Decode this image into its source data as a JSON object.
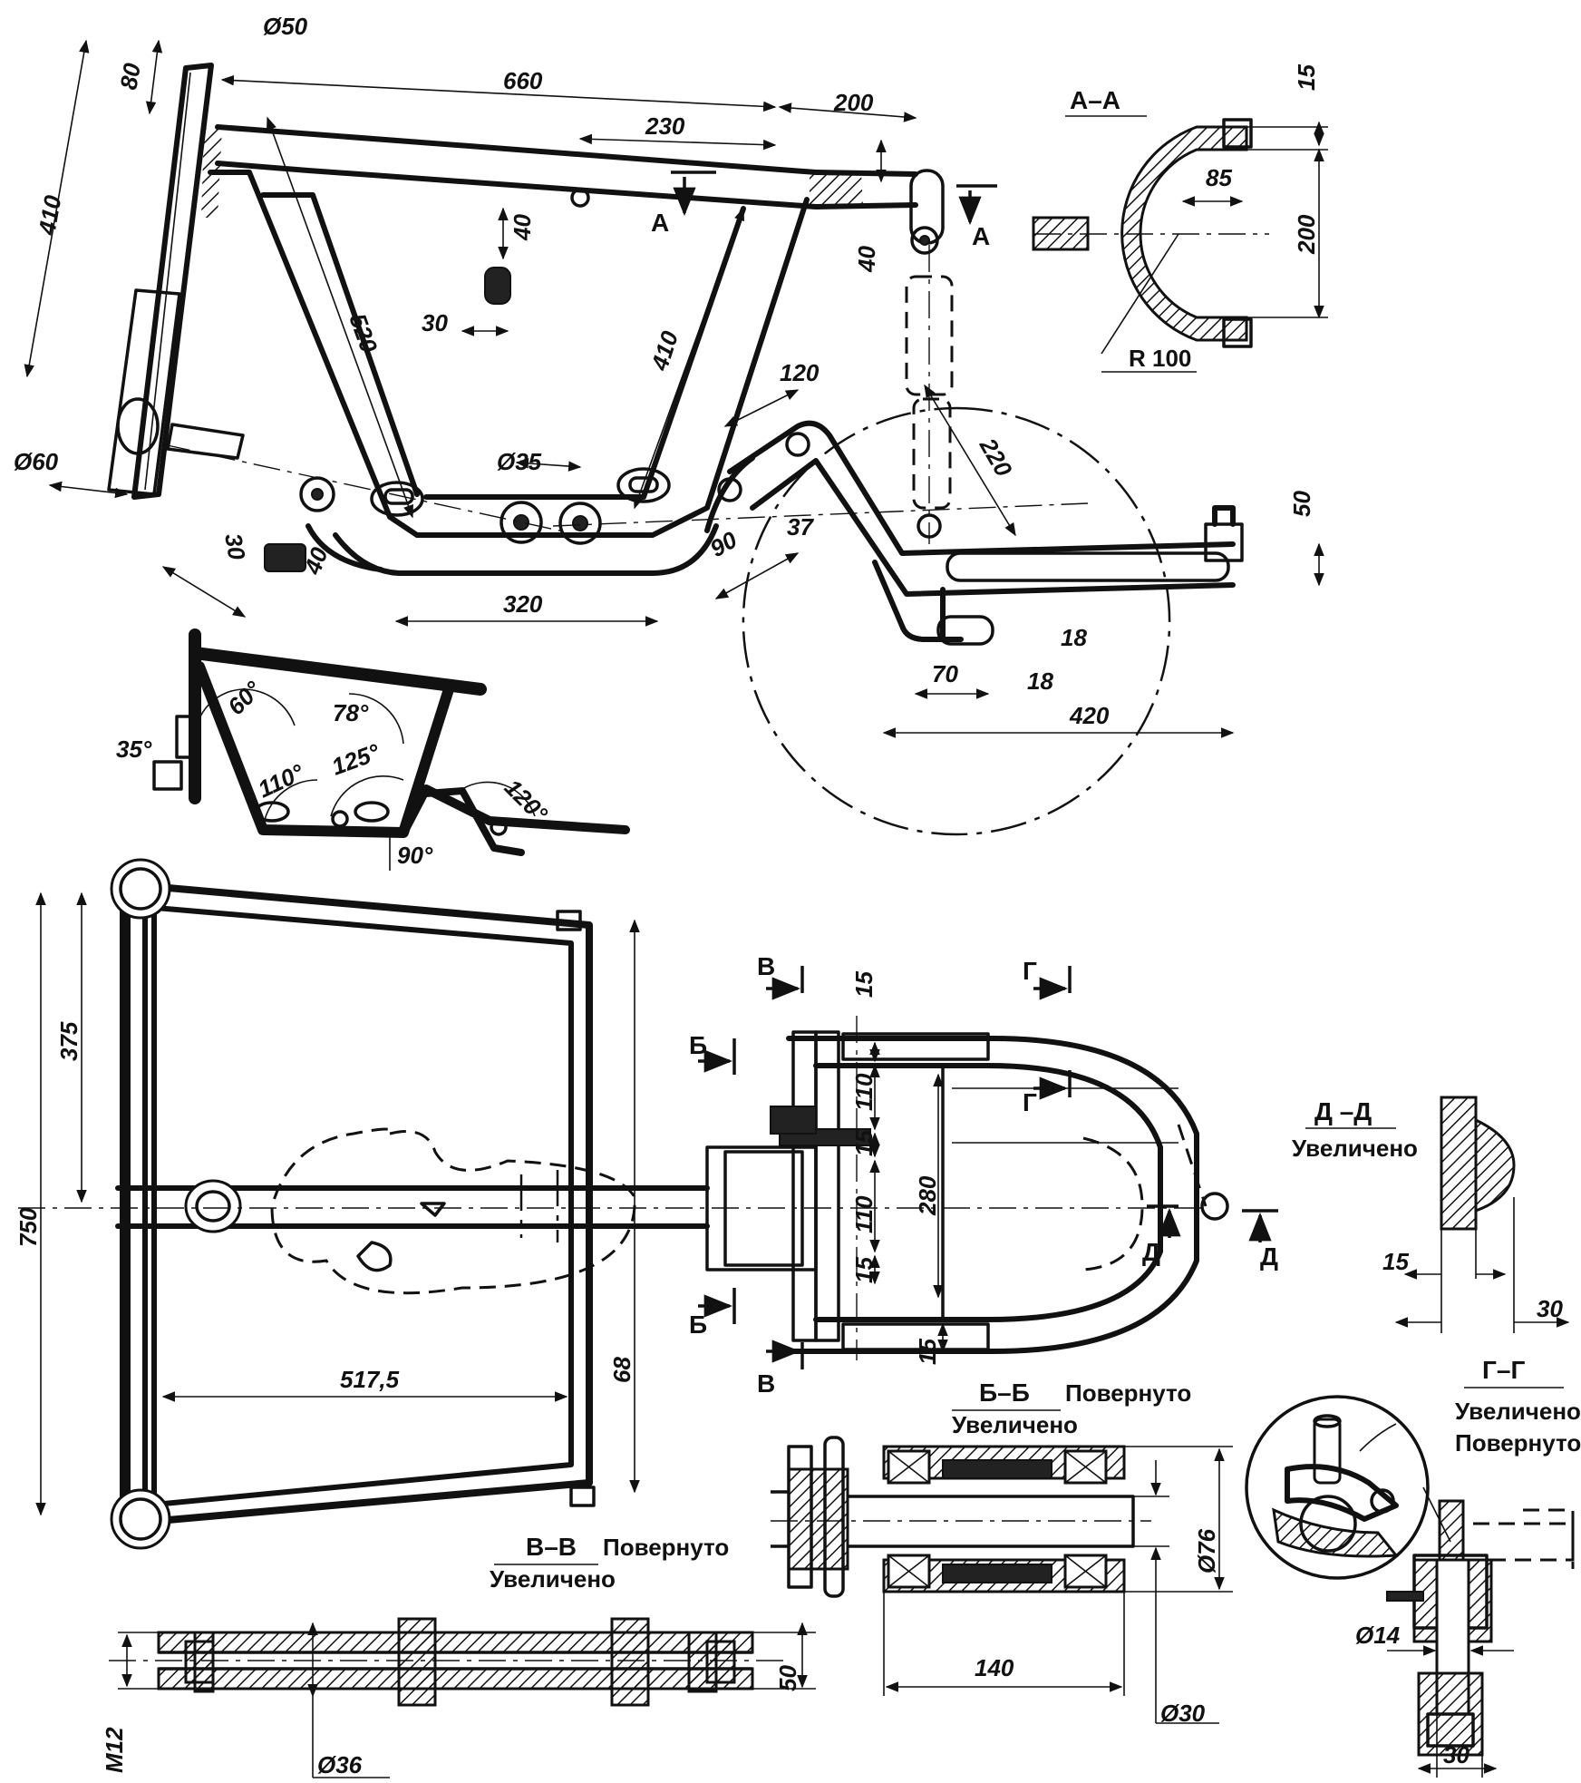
{
  "side_view": {
    "dims": [
      "Ø50",
      "80",
      "660",
      "200",
      "230",
      "410",
      "40",
      "30",
      "520",
      "410",
      "120",
      "220",
      "Ø60",
      "Ø35",
      "30",
      "40",
      "320",
      "90",
      "37",
      "50",
      "18",
      "70",
      "18",
      "420",
      "40"
    ],
    "section_marks": [
      "А",
      "А"
    ]
  },
  "section_aa": {
    "title": "А–А",
    "dims": [
      "15",
      "85",
      "200",
      "R 100"
    ]
  },
  "angles_view": {
    "angles": [
      "35°",
      "60°",
      "78°",
      "110°",
      "125°",
      "120°",
      "90°"
    ]
  },
  "top_view": {
    "dims": [
      "750",
      "375",
      "517,5",
      "68",
      "15",
      "110",
      "280",
      "15",
      "110",
      "15",
      "15"
    ],
    "section_marks": [
      "В",
      "В",
      "Б",
      "Б",
      "Г",
      "Г",
      "Д",
      "Д"
    ]
  },
  "section_dd": {
    "title": "Д –Д",
    "note": "Увеличено",
    "dims": [
      "15",
      "30"
    ]
  },
  "section_bb": {
    "title": "Б–Б",
    "note_rotated": "Повернуто",
    "note_enlarged": "Увеличено",
    "dims": [
      "Ø76",
      "140",
      "Ø30"
    ]
  },
  "section_vv": {
    "title": "В–В",
    "note_rotated": "Повернуто",
    "note_enlarged": "Увеличено",
    "dims": [
      "50",
      "M12",
      "Ø36"
    ]
  },
  "section_gg": {
    "title": "Г–Г",
    "note_enlarged": "Увеличено",
    "note_rotated": "Повернуто",
    "dims": [
      "Ø14",
      "30"
    ]
  }
}
